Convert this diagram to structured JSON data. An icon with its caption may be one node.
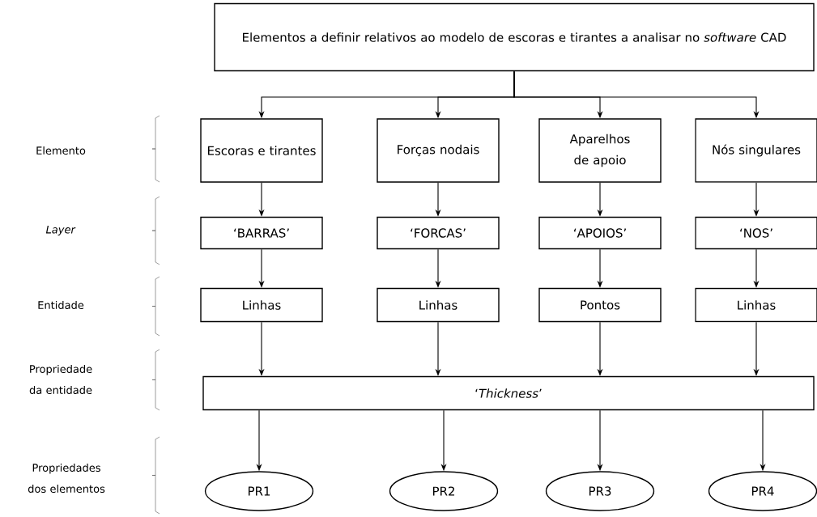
{
  "diagram": {
    "nodes": [
      {
        "text": [
          "Elementos a definir relativos ao modelo de escoras e tirantes a analisar no *software* CAD"
        ]
      },
      {
        "text": [
          "Escoras e tirantes"
        ]
      },
      {
        "text": [
          "Forças nodais"
        ]
      },
      {
        "text": [
          "Aparelhos de apoio"
        ]
      },
      {
        "text": [
          "Nós singulares"
        ]
      },
      {
        "text": [
          "‘BARRAS’"
        ]
      },
      {
        "text": [
          "‘FORCAS’"
        ]
      },
      {
        "text": [
          "‘APOIOS’"
        ]
      },
      {
        "text": [
          "‘NOS’"
        ]
      },
      {
        "text": [
          "Linhas"
        ]
      },
      {
        "text": [
          "Linhas"
        ]
      },
      {
        "text": [
          "Pontos"
        ]
      },
      {
        "text": [
          "Linhas"
        ]
      },
      {
        "text": [
          "‘*Thickness*’"
        ]
      },
      {
        "text": [
          "PR1"
        ]
      },
      {
        "text": [
          "PR2"
        ]
      },
      {
        "text": [
          "PR3"
        ]
      },
      {
        "text": [
          "PR4"
        ]
      }
    ],
    "edges": [
      {
        "from": 0,
        "to": 1,
        "arrow": "to"
      },
      {
        "from": 0,
        "to": 2,
        "arrow": "to"
      },
      {
        "from": 0,
        "to": 3,
        "arrow": "to"
      },
      {
        "from": 0,
        "to": 4,
        "arrow": "to"
      },
      {
        "from": 1,
        "to": 5,
        "arrow": "to"
      },
      {
        "from": 2,
        "to": 6,
        "arrow": "to"
      },
      {
        "from": 3,
        "to": 7,
        "arrow": "to"
      },
      {
        "from": 4,
        "to": 8,
        "arrow": "to"
      },
      {
        "from": 5,
        "to": 9,
        "arrow": "to"
      },
      {
        "from": 6,
        "to": 10,
        "arrow": "to"
      },
      {
        "from": 7,
        "to": 11,
        "arrow": "to"
      },
      {
        "from": 8,
        "to": 12,
        "arrow": "to"
      },
      {
        "from": 9,
        "to": 13,
        "arrow": "to"
      },
      {
        "from": 10,
        "to": 13,
        "arrow": "to"
      },
      {
        "from": 11,
        "to": 13,
        "arrow": "to"
      },
      {
        "from": 12,
        "to": 13,
        "arrow": "to"
      },
      {
        "from": 13,
        "to": 14,
        "arrow": "to"
      },
      {
        "from": 13,
        "to": 15,
        "arrow": "to"
      },
      {
        "from": 13,
        "to": 16,
        "arrow": "to"
      },
      {
        "from": 13,
        "to": 17,
        "arrow": "to"
      }
    ],
    "labels": [
      "Elemento",
      "*Layer*",
      "Entidade",
      "Propriedade da entidade",
      "Propriedades dos elementos"
    ]
  }
}
